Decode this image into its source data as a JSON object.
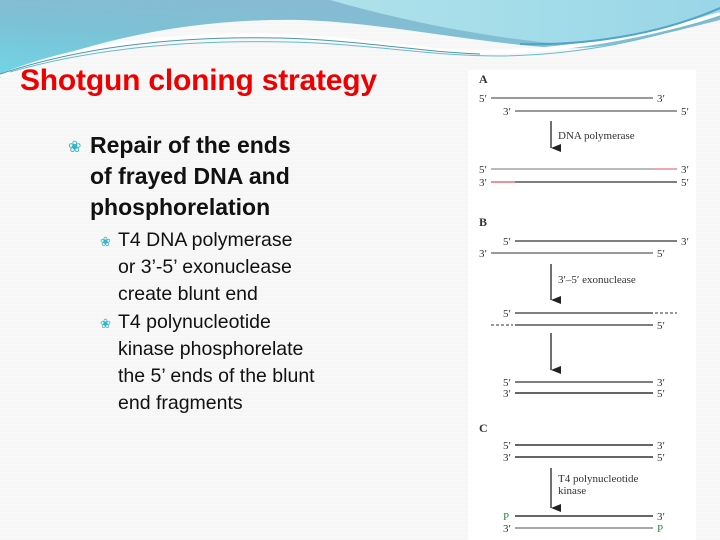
{
  "slide": {
    "title": "Shotgun cloning strategy",
    "title_color": "#ee0000",
    "bullet_glyph": "❀",
    "bullets": [
      {
        "level": 1,
        "lines": [
          "Repair of the ends",
          "of frayed DNA and",
          "phosphorelation"
        ]
      },
      {
        "level": 2,
        "lines": [
          "T4 DNA polymerase",
          "or 3’-5’ exonuclease",
          "create blunt end"
        ]
      },
      {
        "level": 2,
        "lines": [
          "T4 polynucleotide",
          "kinase phosphorelate",
          "the 5’ ends of the blunt",
          "end fragments"
        ]
      }
    ]
  },
  "diagram": {
    "panels": [
      {
        "label": "A",
        "before": {
          "top": {
            "left": "5′",
            "right": "3′"
          },
          "bottom": {
            "left": "3′",
            "right": "5′"
          }
        },
        "enzyme": "DNA polymerase",
        "after": {
          "top": {
            "left": "5′",
            "right": "3′"
          },
          "bottom": {
            "left": "3′",
            "right": "5′"
          }
        },
        "fill_color": "#e05060"
      },
      {
        "label": "B",
        "before": {
          "top": {
            "left": "5′",
            "right": "3′"
          },
          "bottom": {
            "left": "3′",
            "right": "5′"
          }
        },
        "enzyme": "3′–5′ exonuclease",
        "intermediate": {
          "top": {
            "left": "5′"
          },
          "bottom": {
            "right": "5′"
          }
        },
        "after": {
          "top": {
            "left": "5′",
            "right": "3′"
          },
          "bottom": {
            "left": "3′",
            "right": "5′"
          }
        }
      },
      {
        "label": "C",
        "before": {
          "top": {
            "left": "5′",
            "right": "3′"
          },
          "bottom": {
            "left": "3′",
            "right": "5′"
          }
        },
        "enzyme_lines": [
          "T4 polynucleotide",
          "kinase"
        ],
        "after": {
          "top": {
            "left": "P",
            "right": "3′"
          },
          "bottom": {
            "left": "3′",
            "right": "P"
          }
        },
        "phosphate_color": "#2e8b3a"
      }
    ]
  }
}
